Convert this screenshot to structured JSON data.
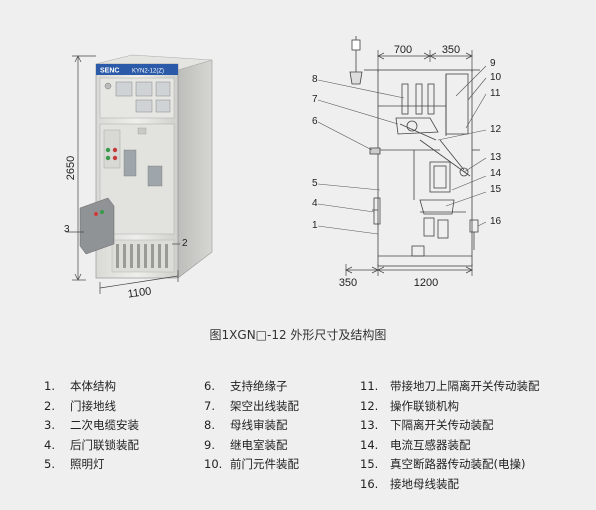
{
  "left_figure": {
    "brand_label": "SENC",
    "nameplate": "KYN2-12(Z)",
    "dim_height": "2650",
    "dim_width": "1100",
    "callout_3": "3",
    "callout_2": "2"
  },
  "right_figure": {
    "dim_700": "700",
    "dim_350_top": "350",
    "dim_350_bottom": "350",
    "dim_1200": "1200",
    "callouts_left": [
      "8",
      "7",
      "6",
      "5",
      "4",
      "1"
    ],
    "callouts_right": [
      "9",
      "10",
      "11",
      "12",
      "13",
      "14",
      "15",
      "16"
    ]
  },
  "caption": "图1XGN□-12 外形尺寸及结构图",
  "legend": {
    "col1": [
      {
        "n": "1.",
        "t": "本体结构"
      },
      {
        "n": "2.",
        "t": "门接地线"
      },
      {
        "n": "3.",
        "t": "二次电缆安装"
      },
      {
        "n": "4.",
        "t": "后门联锁装配"
      },
      {
        "n": "5.",
        "t": "照明灯"
      }
    ],
    "col2": [
      {
        "n": "6.",
        "t": "支持绝缘子"
      },
      {
        "n": "7.",
        "t": "架空出线装配"
      },
      {
        "n": "8.",
        "t": "母线审装配"
      },
      {
        "n": "9.",
        "t": "继电室装配"
      },
      {
        "n": "10.",
        "t": "前门元件装配"
      }
    ],
    "col3": [
      {
        "n": "11.",
        "t": "带接地刀上隔离开关传动装配"
      },
      {
        "n": "12.",
        "t": "操作联锁机构"
      },
      {
        "n": "13.",
        "t": "下隔离开关传动装配"
      },
      {
        "n": "14.",
        "t": "电流互感器装配"
      },
      {
        "n": "15.",
        "t": "真空断路器传动装配(电操)"
      },
      {
        "n": "16.",
        "t": "接地母线装配"
      }
    ]
  }
}
